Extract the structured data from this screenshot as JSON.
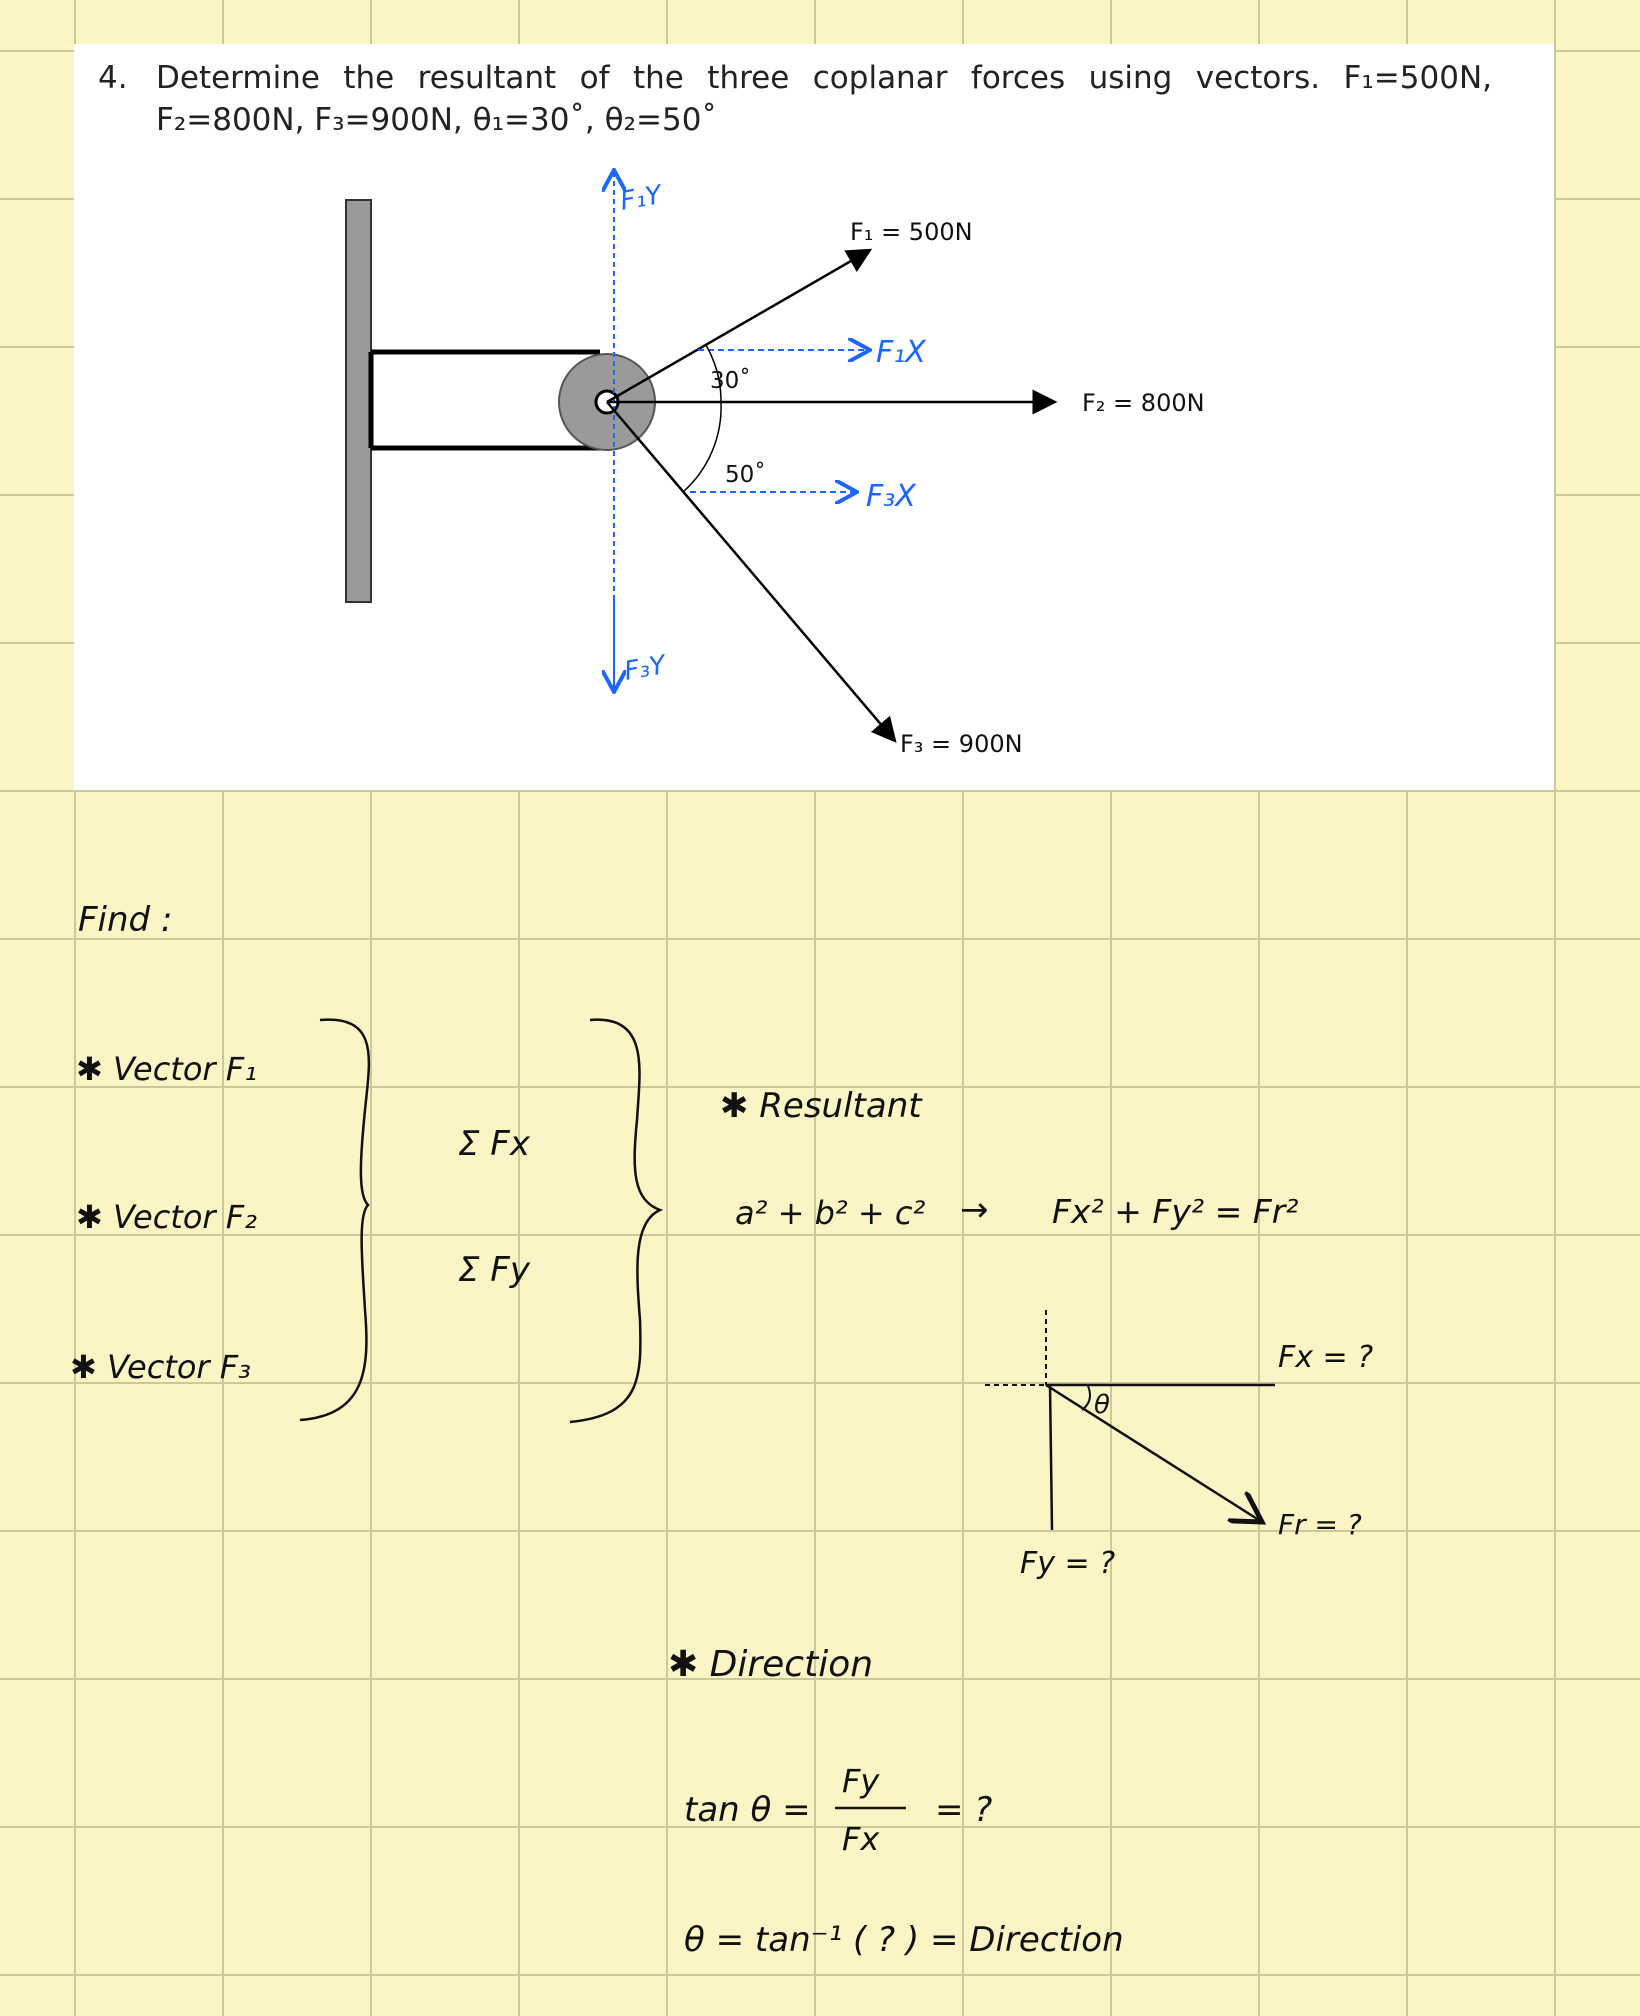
{
  "problem": {
    "number": "4.",
    "line1": "Determine the resultant of the three coplanar forces using vectors. F₁=500N,",
    "line2": "F₂=800N, F₃=900N, θ₁=30˚, θ₂=50˚"
  },
  "diagram": {
    "f1_label": "F₁ = 500N",
    "f2_label": "F₂ = 800N",
    "f3_label": "F₃ = 900N",
    "angle1_label": "30˚",
    "angle2_label": "50˚",
    "f1y_label": "F₁Y",
    "f1x_label": "F₁X",
    "f3x_label": "F₃X",
    "f3y_label": "F₃Y",
    "arrow_color": "#1a66ff"
  },
  "notes": {
    "find_label": "Find :",
    "vector_f1": "✱ Vector F₁",
    "vector_f2": "✱ Vector F₂",
    "vector_f3": "✱ Vector F₃",
    "sum_fx": "Σ Fx",
    "sum_fy": "Σ Fy",
    "resultant_heading": "✱ Resultant",
    "pythagoras": "a² + b² + c²",
    "arrow": "→",
    "resultant_formula": "Fx² + Fy² = Fr²",
    "fx_unknown": "Fx = ?",
    "fy_unknown": "Fy = ?",
    "fr_unknown": "Fr = ?",
    "theta": "θ",
    "direction_heading": "✱ Direction",
    "tan_lhs": "tan θ =",
    "tan_num": "Fy",
    "tan_den": "Fx",
    "tan_rhs": "= ?",
    "theta_formula": "θ = tan⁻¹ ( ? ) = Direction"
  }
}
